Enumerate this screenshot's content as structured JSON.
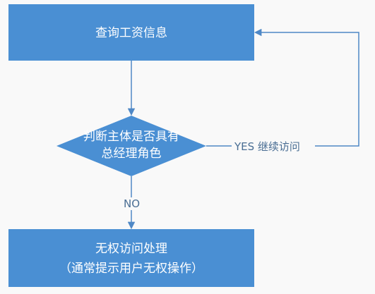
{
  "diagram": {
    "nodes": {
      "query": {
        "label": "查询工资信息"
      },
      "decision": {
        "line1": "判断主体是否具有",
        "line2": "总经理角色"
      },
      "deny": {
        "line1": "无权访问处理",
        "line2": "（通常提示用户无权操作）"
      }
    },
    "edges": {
      "yes_label": "YES 继续访问",
      "no_label": "NO"
    },
    "colors": {
      "box_fill": "#4a8fd3",
      "line": "#4f88c6",
      "text": "#ffffff",
      "label_text": "#4a6e94",
      "background": "#f9f9f9"
    }
  }
}
